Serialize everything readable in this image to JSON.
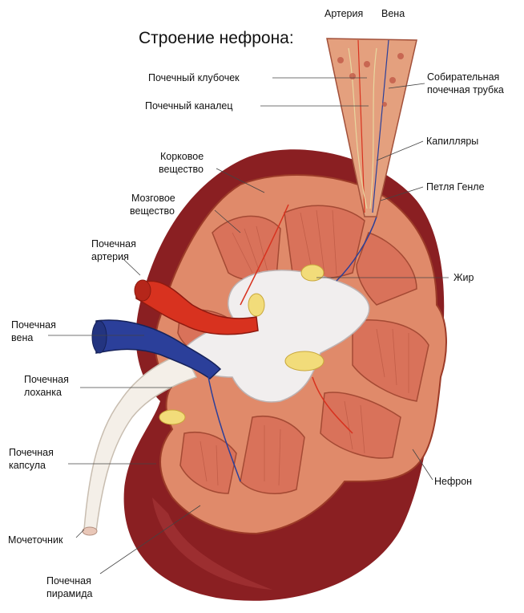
{
  "title": "Строение нефрона:",
  "labels": {
    "artery_top": "Артерия",
    "vein_top": "Вена",
    "glomerulus": "Почечный клубочек",
    "tubule": "Почечный каналец",
    "collecting_duct": [
      "Собирательная",
      "почечная трубка"
    ],
    "capillaries": "Капилляры",
    "henle_loop": "Петля Генле",
    "cortex": [
      "Корковое",
      "вещество"
    ],
    "medulla": [
      "Мозговое",
      "вещество"
    ],
    "renal_artery": [
      "Почечная",
      "артерия"
    ],
    "fat": "Жир",
    "renal_vein": [
      "Почечная",
      "вена"
    ],
    "renal_pelvis": [
      "Почечная",
      "лоханка"
    ],
    "renal_capsule": [
      "Почечная",
      "капсула"
    ],
    "nephron": "Нефрон",
    "ureter": "Мочеточник",
    "renal_pyramid": [
      "Почечная",
      "пирамида"
    ]
  },
  "colors": {
    "kidney_outer": "#8a1f22",
    "cortex": "#e08a6a",
    "medulla": "#d9725a",
    "pelvis": "#f1eeee",
    "artery": "#d8321f",
    "vein": "#2b3f9a",
    "fat": "#f2dc7a",
    "ureter": "#f4efe8"
  }
}
